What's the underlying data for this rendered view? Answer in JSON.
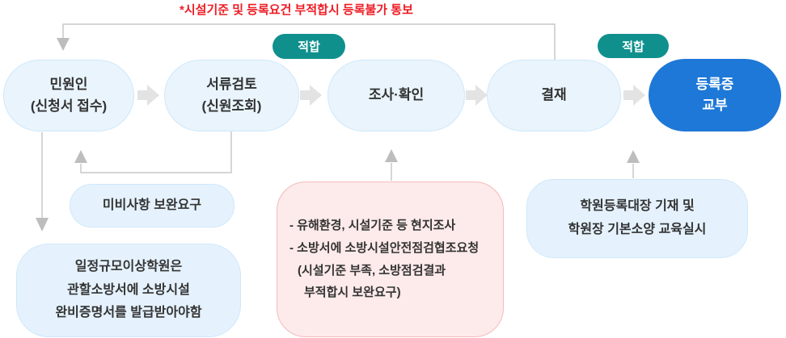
{
  "notice": "*시설기준 및 등록요건 부적합시 등록불가 통보",
  "nodes": {
    "applicant": {
      "line1": "민원인",
      "line2": "(신청서 접수)"
    },
    "review": {
      "line1": "서류검토",
      "line2": "(신원조회)"
    },
    "inspect": {
      "line1": "조사·확인"
    },
    "approve": {
      "line1": "결재"
    },
    "issue": {
      "line1": "등록증",
      "line2": "교부"
    }
  },
  "badges": {
    "pass1": "적합",
    "pass2": "적합"
  },
  "notes": {
    "supplement": "미비사항 보완요구",
    "fire_cert": {
      "line1": "일정규모이상학원은",
      "line2": "관할소방서에 소방시설",
      "line3": "완비증명서를 발급받아야함"
    },
    "inspection_detail": {
      "line1": "- 유해환경, 시설기준 등 현지조사",
      "line2": "- 소방서에 소방시설안전점검협조요청",
      "line3": "(시설기준 부족, 소방점검결과",
      "line4": "부적합시 보완요구)"
    },
    "registry": {
      "line1": "학원등록대장 기재 및",
      "line2": "학원장 기본소양 교육실시"
    }
  },
  "colors": {
    "notice_red": "#ee1c25",
    "badge_teal": "#0f908d",
    "final_blue": "#1e78d7",
    "node_fill": "#e9f4fd",
    "node_border": "#cfe8fa",
    "pink_fill": "#fdeaea",
    "pink_border": "#f3bcbe",
    "wire_gray": "#c9c9c9",
    "block_arrow_gray": "#e3e3e3"
  }
}
